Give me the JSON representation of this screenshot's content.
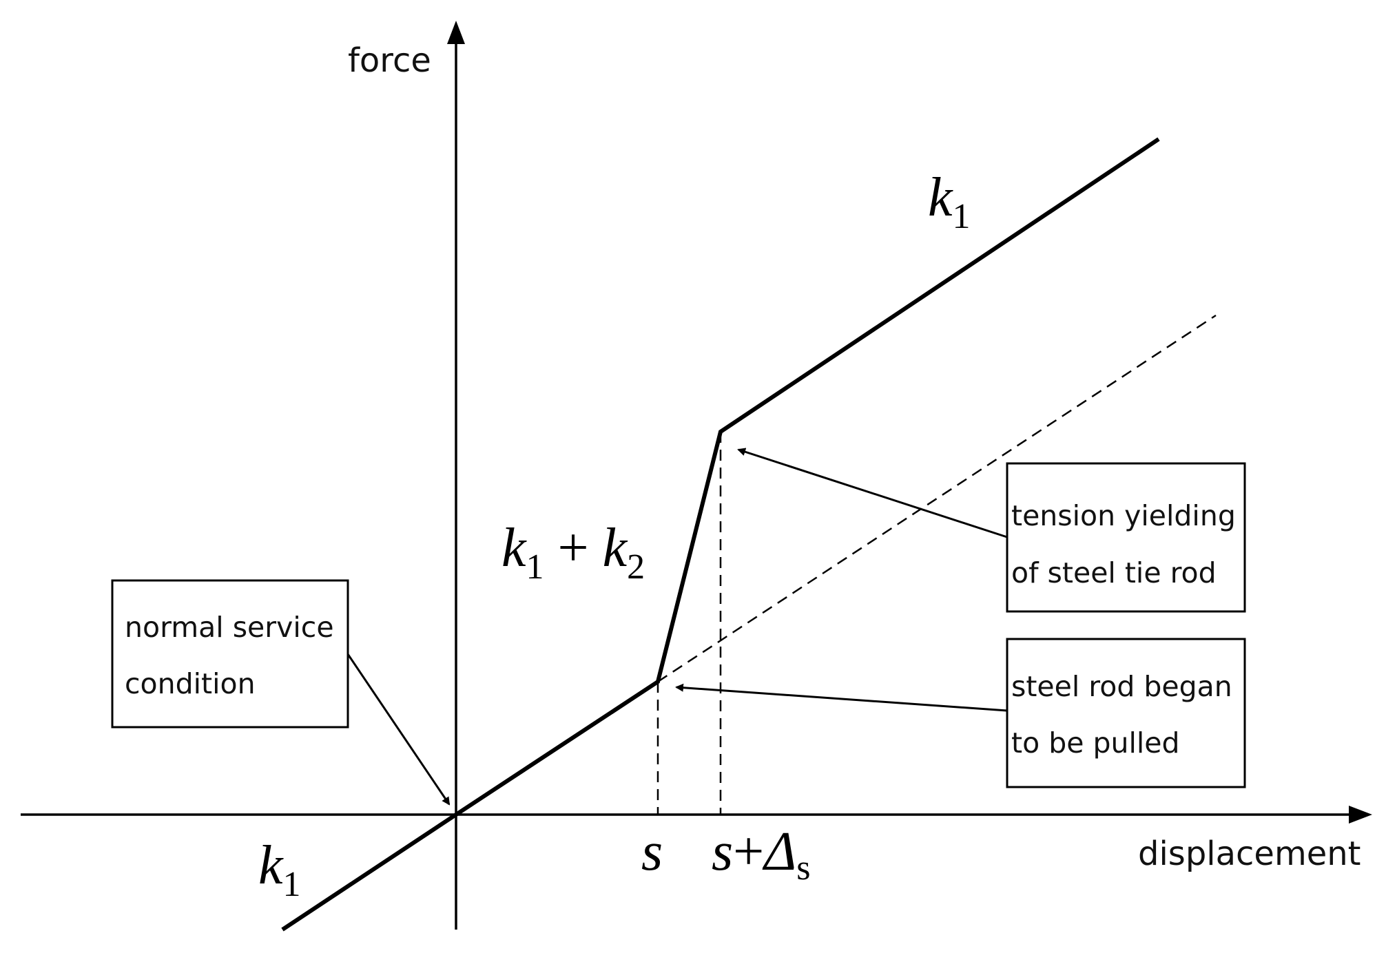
{
  "axes": {
    "y_label": "force",
    "x_label": "displacement"
  },
  "slopes": {
    "k1_top": {
      "base": "k",
      "sub": "1"
    },
    "k1k2": {
      "base1": "k",
      "sub1": "1",
      "plus": "+",
      "base2": "k",
      "sub2": "2"
    },
    "k1_bottom": {
      "base": "k",
      "sub": "1"
    }
  },
  "ticks": {
    "s": "s",
    "s_delta": {
      "base": "s",
      "plus": "+",
      "delta": "Δ",
      "sub": "s"
    }
  },
  "callouts": {
    "normal_service": {
      "line1": "normal service",
      "line2": "condition"
    },
    "tension_yielding": {
      "line1": "tension yielding",
      "line2": "of steel tie rod"
    },
    "rod_pulled": {
      "line1": "steel rod began",
      "line2": "to be pulled"
    }
  },
  "colors": {
    "ink": "#000000",
    "text": "#111111",
    "background": "#ffffff"
  }
}
